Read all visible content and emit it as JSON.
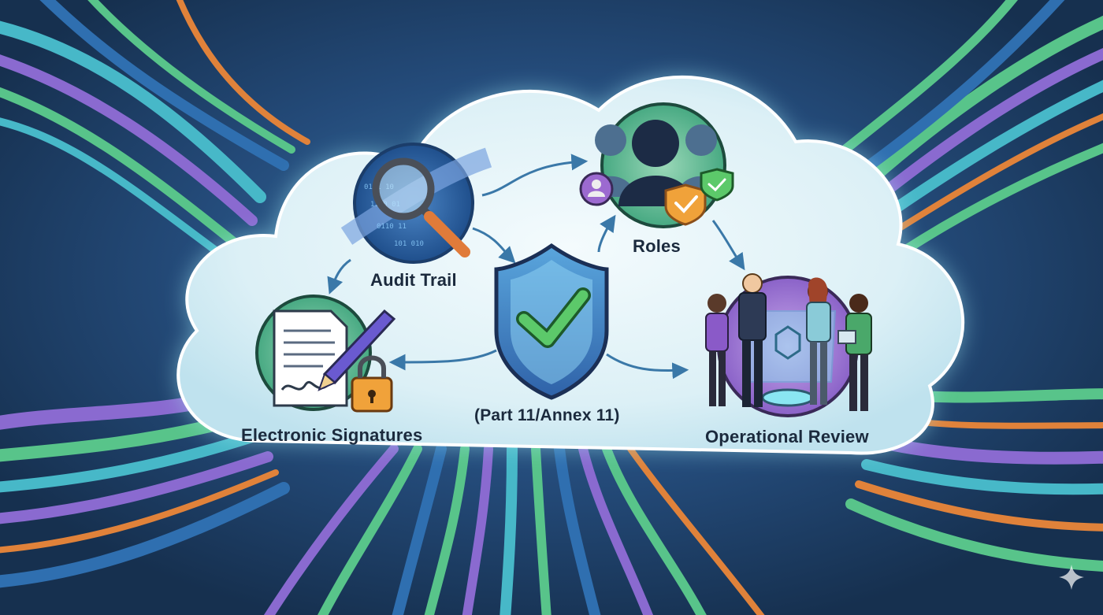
{
  "nodes": {
    "audit_trail": "Audit Trail",
    "roles": "Roles",
    "electronic_signatures": "Electronic Signatures",
    "compliance_center": "(Part 11/Annex 11)",
    "operational_review": "Operational Review"
  },
  "icons": {
    "audit_trail": "magnifier-icon",
    "roles": "users-shield-icon",
    "electronic_signatures": "signed-document-lock-icon",
    "compliance_center": "shield-check-icon",
    "operational_review": "team-review-icon"
  },
  "colors": {
    "background": "#1d3a64",
    "cloud": "#dceff6",
    "shield": "#3d7fc0",
    "check": "#5cc96a",
    "stream_green": "#58c48a",
    "stream_purple": "#8a6ad0",
    "stream_orange": "#e0823a",
    "stream_teal": "#47b8c8",
    "arrow": "#3a78a8"
  }
}
